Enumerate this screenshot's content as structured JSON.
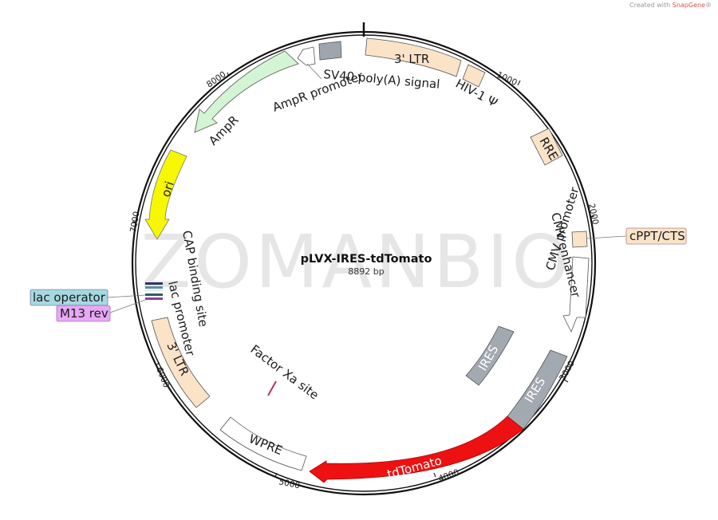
{
  "watermark": "ZOMANBIO",
  "credit": {
    "prefix": "Created with",
    "brand": "SnapGene",
    "suffix": "®"
  },
  "plasmid": {
    "name": "pLVX-IRES-tdTomato",
    "length_label": "8892 bp"
  },
  "ticks": [
    "1000",
    "2000",
    "3000",
    "4000",
    "5000",
    "6000",
    "7000",
    "8000"
  ],
  "features": {
    "ltr_5": "3' LTR",
    "hiv_psi": "HIV-1 Ψ",
    "rre": "RRE",
    "cppt": "cPPT/CTS",
    "cmv_enhancer": "CMV enhancer",
    "cmv_promoter": "CMV promoter",
    "ires_inner": "IRES",
    "ires_outer": "IRES",
    "tdtomato": "tdTomato",
    "wpre": "WPRE",
    "factor_xa": "Factor Xa site",
    "ltr_3": "3' LTR",
    "lac_promoter": "lac promoter",
    "cap_site": "CAP binding site",
    "lac_operator": "lac operator",
    "m13_rev": "M13 rev",
    "ori": "ori",
    "ampr": "AmpR",
    "ampr_promoter": "AmpR promoter",
    "sv40": "SV40 poly(A) signal"
  },
  "colors": {
    "ltr": "#fbe3c8",
    "rre": "#fbe3c8",
    "cppt": "#fbe3c8",
    "ires": "#a3a9b1",
    "tdtomato": "#ee1111",
    "ampr": "#d3f5d3",
    "ori": "#f7f700",
    "sv40": "#9fa5ad",
    "lac_operator_fill": "#a6d8e0",
    "m13_fill": "#e7a8f5"
  }
}
